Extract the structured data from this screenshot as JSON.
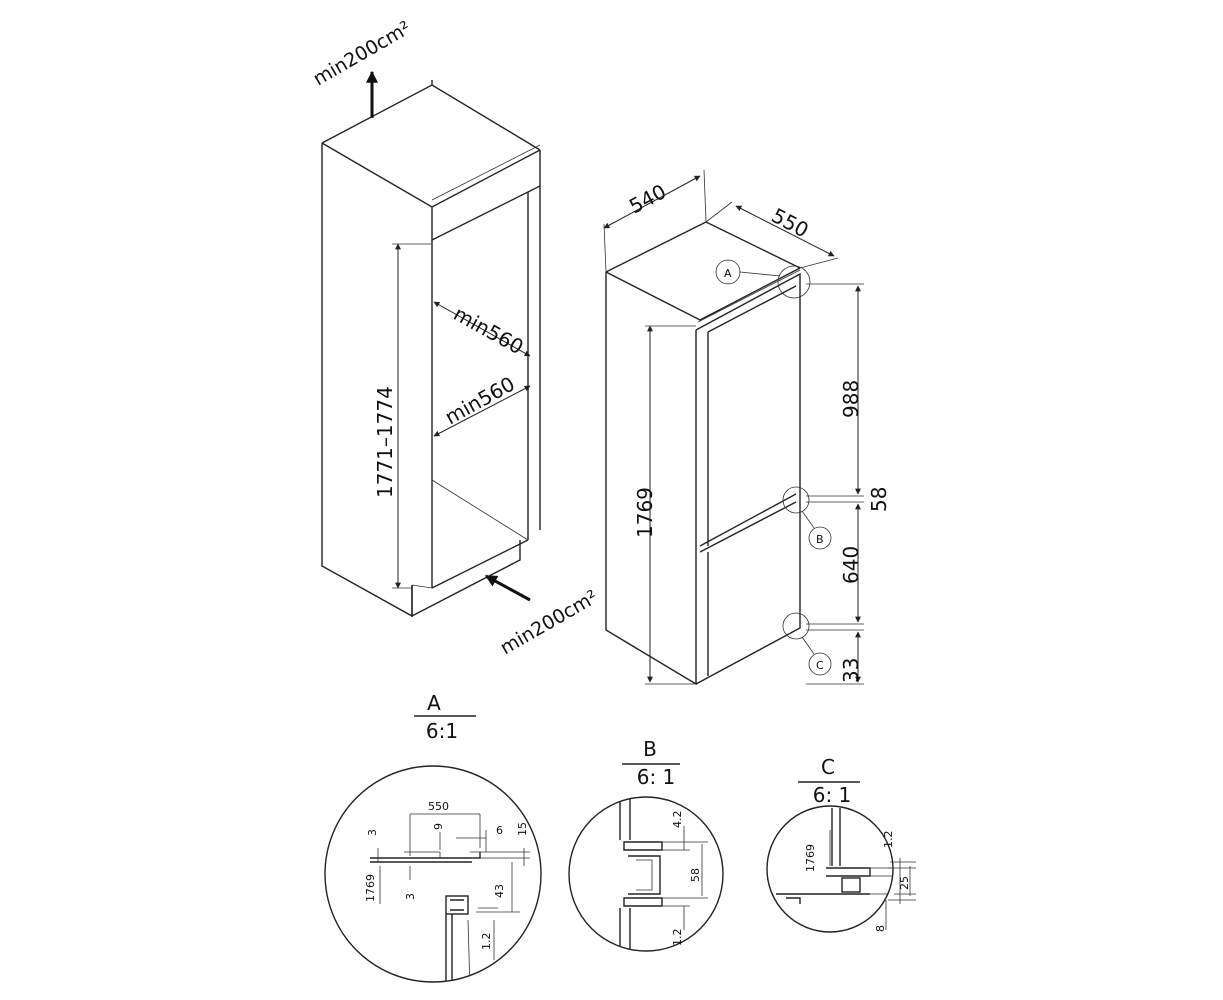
{
  "cabinet": {
    "vent_top": "min200cm²",
    "vent_bottom": "min200cm²",
    "width_top": "min560",
    "width_bottom": "min560",
    "height": "1771–1774"
  },
  "appliance": {
    "width": "540",
    "depth": "550",
    "height": "1769",
    "dim_upper": "988",
    "dim_gap": "58",
    "dim_lower": "640",
    "dim_bottom": "33",
    "callout_a": "A",
    "callout_b": "B",
    "callout_c": "C"
  },
  "detail_a": {
    "label": "A",
    "scale": "6:1",
    "d550": "550",
    "d9": "9",
    "d6": "6",
    "d15": "15",
    "d3_top": "3",
    "d1769": "1769",
    "d3_bottom": "3",
    "d43": "43",
    "d12": "1.2"
  },
  "detail_b": {
    "label": "B",
    "scale": "6: 1",
    "d42": "4.2",
    "d58": "58",
    "d12": "1.2"
  },
  "detail_c": {
    "label": "C",
    "scale": "6: 1",
    "d1769": "1769",
    "d12": "1.2",
    "d25": "25",
    "d8": "8"
  }
}
